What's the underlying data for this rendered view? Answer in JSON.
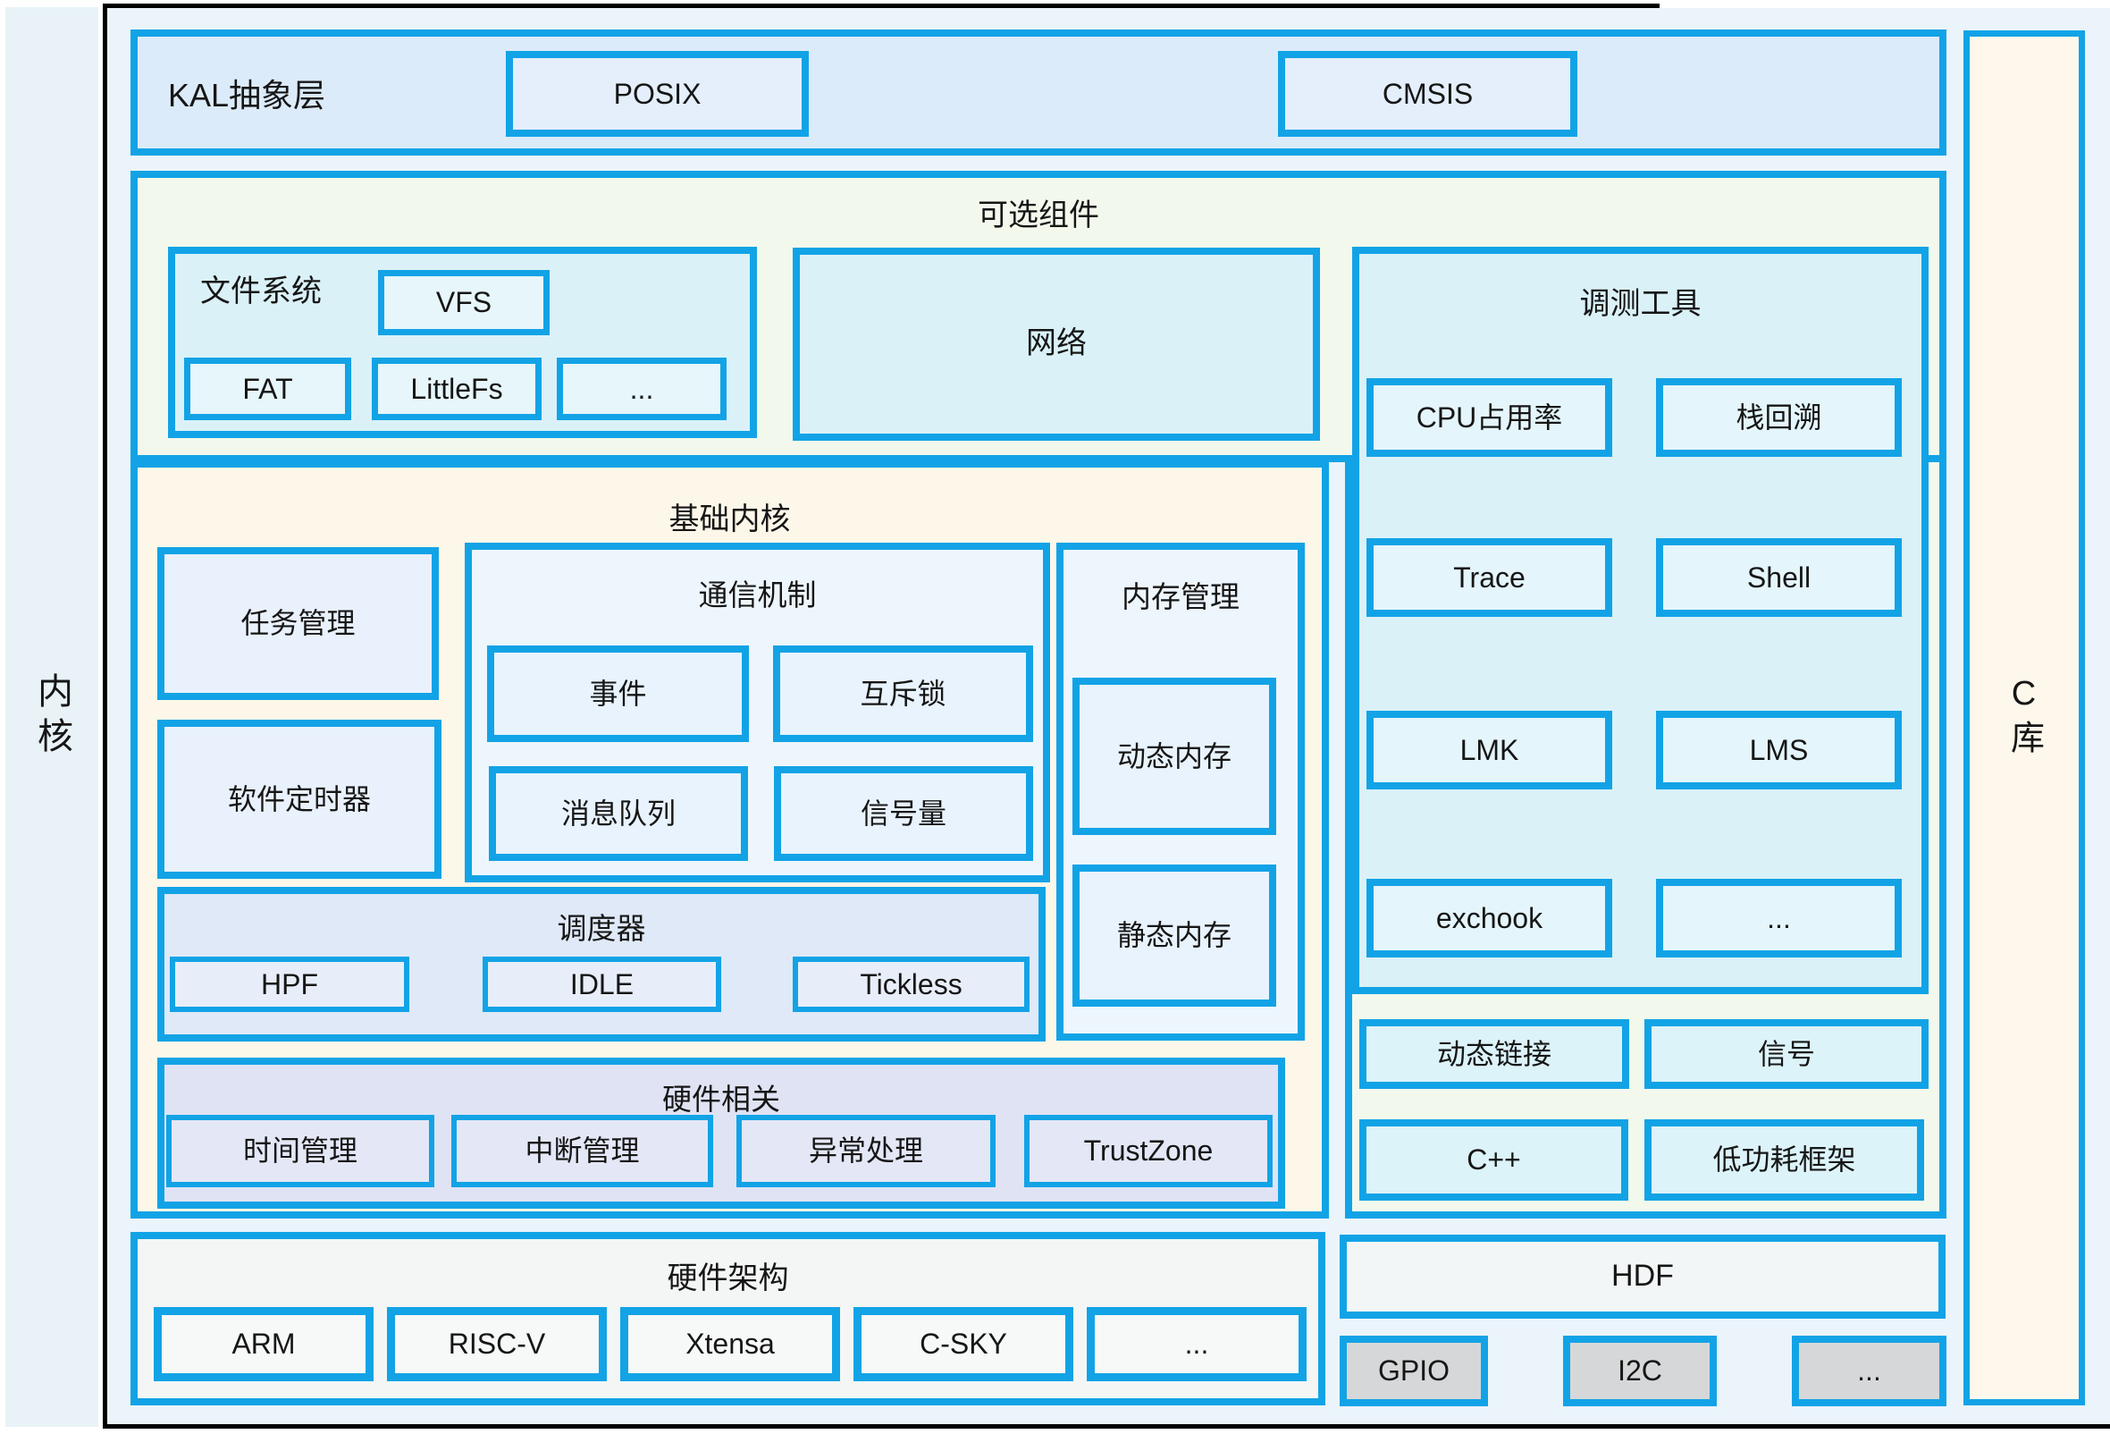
{
  "sidebars": {
    "kernel": "内核",
    "clib": "C库"
  },
  "kal": {
    "title": "KAL抽象层",
    "posix": "POSIX",
    "cmsis": "CMSIS"
  },
  "optional": {
    "title": "可选组件",
    "filesystem": {
      "title": "文件系统",
      "vfs": "VFS",
      "items": [
        "FAT",
        "LittleFs",
        "..."
      ]
    },
    "network": "网络",
    "debug": {
      "title": "调测工具",
      "items": [
        "CPU占用率",
        "栈回溯",
        "Trace",
        "Shell",
        "LMK",
        "LMS",
        "exchook",
        "..."
      ]
    },
    "extras": [
      "动态链接",
      "信号",
      "C++",
      "低功耗框架"
    ]
  },
  "core": {
    "title": "基础内核",
    "task": "任务管理",
    "software_timer": "软件定时器",
    "ipc": {
      "title": "通信机制",
      "items": [
        "事件",
        "互斥锁",
        "消息队列",
        "信号量"
      ]
    },
    "memory": {
      "title": "内存管理",
      "items": [
        "动态内存",
        "静态内存"
      ]
    },
    "scheduler": {
      "title": "调度器",
      "items": [
        "HPF",
        "IDLE",
        "Tickless"
      ]
    },
    "hardware": {
      "title": "硬件相关",
      "items": [
        "时间管理",
        "中断管理",
        "异常处理",
        "TrustZone"
      ]
    }
  },
  "arch": {
    "title": "硬件架构",
    "items": [
      "ARM",
      "RISC-V",
      "Xtensa",
      "C-SKY",
      "..."
    ]
  },
  "hdf": {
    "title": "HDF",
    "items": [
      "GPIO",
      "I2C",
      "..."
    ]
  },
  "colors": {
    "accent_cyan": "#12a3e6",
    "kal_fill": "#dcebf9",
    "optional_green": "#f3f8ec",
    "core_cream": "#fdf7e9",
    "cyan_fill": "#daf1f8",
    "cyan_fill_light": "#e4f5fb",
    "blue_fill": "#e9f1fc",
    "panel_blue": "#eef6fd",
    "scheduler_fill": "#dfe9f7",
    "hardware_lavender": "#dfe3f4",
    "arch_fill": "#f4f6f5",
    "hdf_fill": "#f3f6f7",
    "driver_gray": "#d6d7d8",
    "clib_cream": "#fdf8eb",
    "main_bg": "#eaf4fa"
  }
}
